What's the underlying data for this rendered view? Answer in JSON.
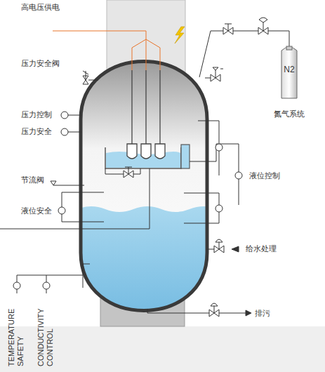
{
  "diagram": {
    "nodes": [
      {
        "text": [
          "N2",
          "氮气系统"
        ]
      }
    ],
    "labels": [
      "高电压供电",
      "压力安全阀",
      "压力控制",
      "压力安全",
      "节流阀",
      "液位安全",
      "液位控制",
      "给水处理",
      "排污",
      "TEMPERATURE SAFETY",
      "CONDUCTIVITY CONTROL"
    ]
  }
}
